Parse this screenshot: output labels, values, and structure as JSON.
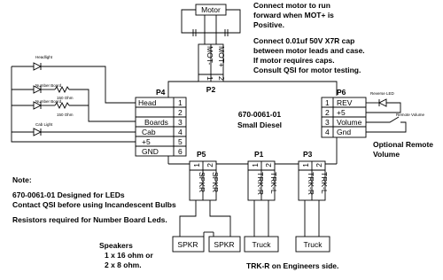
{
  "notes_top": {
    "motor_note": [
      "Connect motor to run",
      "forward when MOT+ is",
      "Positive."
    ],
    "cap_note": [
      "Connect 0.01uf 50V X7R cap",
      "between motor leads and case.",
      "If motor requires caps.",
      "Consult QSI for motor testing."
    ]
  },
  "motor": {
    "label": "Motor",
    "pin_minus": "MOT-",
    "pin_plus": "MOT+",
    "pin_1": "1",
    "pin_2": "2",
    "connector": "P2"
  },
  "board": {
    "part_number": "670-0061-01",
    "name": "Small Diesel"
  },
  "p4": {
    "connector": "P4",
    "rows": [
      {
        "label": "Head",
        "num": "1"
      },
      {
        "label": "",
        "num": "2"
      },
      {
        "label": "Boards",
        "num": "3"
      },
      {
        "label": "Cab",
        "num": "4"
      },
      {
        "label": "+5",
        "num": "5"
      },
      {
        "label": "GND",
        "num": "6"
      }
    ],
    "leds": {
      "headlight": "Headlight",
      "number_board_1": "Number Board",
      "number_board_2": "Number Board",
      "cab_light": "Cab Light",
      "resistor_1": "150 Ohm",
      "resistor_2": "150 Ohm"
    }
  },
  "p6": {
    "connector": "P6",
    "rows": [
      {
        "label": "REV",
        "num": "1"
      },
      {
        "label": "+5",
        "num": "2"
      },
      {
        "label": "Volume",
        "num": "3"
      },
      {
        "label": "Gnd",
        "num": "4"
      }
    ],
    "reverse_led": "Reverse LED",
    "remote_volume": "Remote Volume",
    "optional_label": [
      "Optional Remote",
      "Volume"
    ]
  },
  "p5": {
    "connector": "P5",
    "pin_1_label": "SPKR",
    "pin_2_label": "SPKR",
    "pin_1": "1",
    "pin_2": "2",
    "spkr_box_1": "SPKR",
    "spkr_box_2": "SPKR"
  },
  "p1": {
    "connector": "P1",
    "pin_1_label": "TRK-R",
    "pin_2_label": "TRK-L",
    "pin_1": "1",
    "pin_2": "2",
    "truck_box": "Truck"
  },
  "p3": {
    "connector": "P3",
    "pin_1_label": "TRK-R",
    "pin_2_label": "TRK-L",
    "pin_1": "1",
    "pin_2": "2",
    "truck_box": "Truck"
  },
  "notes_left": {
    "heading": "Note:",
    "lines": [
      "670-0061-01 Designed for LEDs",
      "Contact QSI before using Incandescent Bulbs"
    ],
    "resistor_note": "Resistors required for Number Board Leds."
  },
  "speakers_note": [
    "Speakers",
    "1 x 16 ohm or",
    "2 x 8 ohm."
  ],
  "trk_note": "TRK-R on Engineers side."
}
